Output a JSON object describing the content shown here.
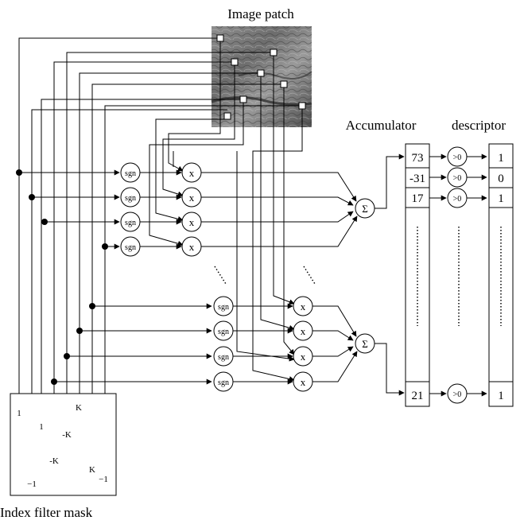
{
  "labels": {
    "image_patch": "Image patch",
    "accumulator": "Accumulator",
    "descriptor": "descriptor",
    "index_filter_mask": "Index filter mask"
  },
  "operators": {
    "sign": "sgn",
    "multiply": "x",
    "sum": "Σ",
    "threshold": ">0"
  },
  "accumulator_values": [
    "73",
    "-31",
    "17",
    "21"
  ],
  "descriptor_values": [
    "1",
    "0",
    "1",
    "1"
  ],
  "mask_labels": [
    "1",
    "1",
    "K",
    "-K",
    "-K",
    "K",
    "−1",
    "−1"
  ]
}
